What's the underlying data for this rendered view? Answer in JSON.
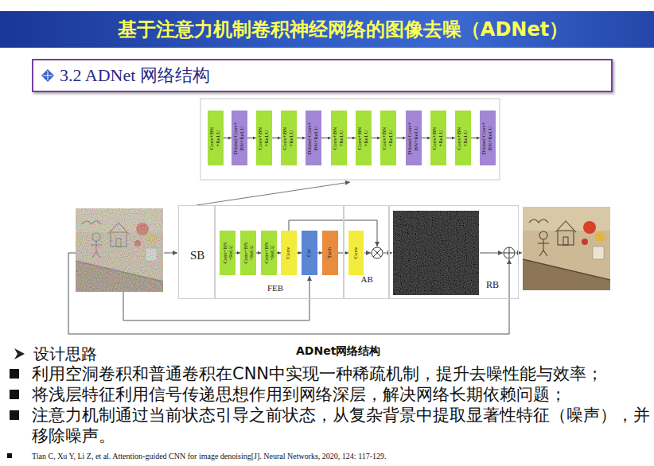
{
  "diagram": {
    "title": "基于注意力机制卷积神经网络的图像去噪（ADNet）",
    "caption": "ADNet网络结构",
    "nodes": [
      {
        "text": [
          "3.2 ADNet 网络结构"
        ]
      },
      {
        "text": [
          "Conv+BN +ReLU"
        ]
      },
      {
        "text": [
          "Dilated Conv+ BN+ReLU"
        ]
      },
      {
        "text": [
          "Conv+BN +ReLU"
        ]
      },
      {
        "text": [
          "Conv+BN +ReLU"
        ]
      },
      {
        "text": [
          "Dilated Conv+ BN+ReLU"
        ]
      },
      {
        "text": [
          "Conv+BN +ReLU"
        ]
      },
      {
        "text": [
          "Conv+BN +ReLU"
        ]
      },
      {
        "text": [
          "Conv+BN +ReLU"
        ]
      },
      {
        "text": [
          "Dilated Conv+ BN+ReLU"
        ]
      },
      {
        "text": [
          "Conv+BN +ReLU"
        ]
      },
      {
        "text": [
          "Conv+BN +ReLU"
        ]
      },
      {
        "text": [
          "Dilated Conv+ BN+ReLU"
        ]
      },
      {
        "text": [
          "SB"
        ]
      },
      {
        "text": [
          "FEB"
        ]
      },
      {
        "text": [
          "Conv+BN +ReLU"
        ],
        "in": 14
      },
      {
        "text": [
          "Conv+BN +ReLU"
        ],
        "in": 14
      },
      {
        "text": [
          "Conv+BN +ReLU"
        ],
        "in": 14
      },
      {
        "text": [
          "Conv"
        ],
        "in": 14
      },
      {
        "text": [
          "Cat"
        ],
        "in": 14
      },
      {
        "text": [
          "Tanh"
        ],
        "in": 14
      },
      {
        "text": [
          "AB"
        ]
      },
      {
        "text": [
          "Conv"
        ],
        "in": 21
      },
      {
        "text": [
          "RB"
        ]
      }
    ],
    "edges": [
      {
        "from": 1,
        "to": 2,
        "arrow": "to"
      },
      {
        "from": 2,
        "to": 3,
        "arrow": "to"
      },
      {
        "from": 3,
        "to": 4,
        "arrow": "to"
      },
      {
        "from": 4,
        "to": 5,
        "arrow": "to"
      },
      {
        "from": 5,
        "to": 6,
        "arrow": "to"
      },
      {
        "from": 6,
        "to": 7,
        "arrow": "to"
      },
      {
        "from": 7,
        "to": 8,
        "arrow": "to"
      },
      {
        "from": 8,
        "to": 9,
        "arrow": "to"
      },
      {
        "from": 9,
        "to": 10,
        "arrow": "to"
      },
      {
        "from": 10,
        "to": 11,
        "arrow": "to"
      },
      {
        "from": 11,
        "to": 12,
        "arrow": "to"
      },
      {
        "from": 15,
        "to": 16,
        "arrow": "to"
      },
      {
        "from": 16,
        "to": 17,
        "arrow": "to"
      },
      {
        "from": 17,
        "to": 18,
        "arrow": "to"
      },
      {
        "from": 18,
        "to": 19,
        "arrow": "to"
      },
      {
        "from": 19,
        "to": 20,
        "arrow": "to"
      },
      {
        "from": 20,
        "to": 22,
        "arrow": "to"
      }
    ],
    "labels": [
      "设计思路",
      "利用空洞卷积和普通卷积在CNN中实现一种稀疏机制，提升去噪性能与效率；",
      "将浅层特征利用信号传递思想作用到网络深层，解决网络长期依赖问题；",
      "注意力机制通过当前状态引导之前状态，从复杂背景中提取显著性特征（噪声），并移除噪声。",
      "Tian C, Xu Y, Li Z, et al. Attention-guided CNN for image denoising[J]. Neural Networks, 2020, 124: 117-129."
    ]
  }
}
